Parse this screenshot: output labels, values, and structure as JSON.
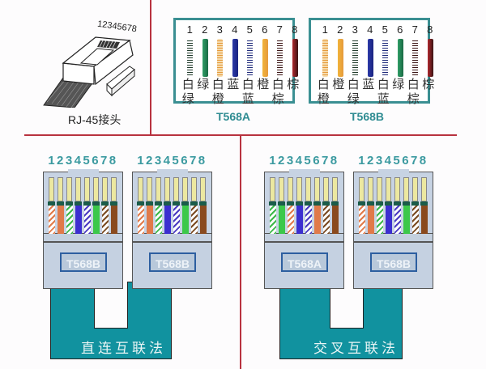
{
  "plug": {
    "pin_numbers": "12345678",
    "label": "RJ-45接头",
    "icon": "rj45-plug-icon"
  },
  "standards": [
    {
      "title": "T568A",
      "pins": [
        "1",
        "2",
        "3",
        "4",
        "5",
        "6",
        "7",
        "8"
      ],
      "row1": [
        "白",
        "绿",
        "白",
        "蓝",
        "白",
        "橙",
        "白",
        "棕"
      ],
      "row2": [
        "绿",
        "",
        "橙",
        "",
        "蓝",
        "",
        "棕",
        ""
      ],
      "wire_colors": [
        {
          "base": "#ffffff",
          "stripe": "#1f3a2a"
        },
        {
          "base": "#2f9e67",
          "stripe": "#1a6a44"
        },
        {
          "base": "#f6dcae",
          "stripe": "#e59a3c"
        },
        {
          "base": "#2b3aa8",
          "stripe": "#1a2380"
        },
        {
          "base": "#ffffff",
          "stripe": "#1e2a7a"
        },
        {
          "base": "#f2b43a",
          "stripe": "#e59a3c"
        },
        {
          "base": "#ffffff",
          "stripe": "#3a1414"
        },
        {
          "base": "#b0282e",
          "stripe": "#3a1414"
        }
      ]
    },
    {
      "title": "T568B",
      "pins": [
        "1",
        "2",
        "3",
        "4",
        "5",
        "6",
        "7",
        "8"
      ],
      "row1": [
        "白",
        "橙",
        "白",
        "蓝",
        "白",
        "绿",
        "白",
        "棕"
      ],
      "row2": [
        "橙",
        "",
        "绿",
        "",
        "蓝",
        "",
        "棕",
        ""
      ],
      "wire_colors": [
        {
          "base": "#f6dcae",
          "stripe": "#e59a3c"
        },
        {
          "base": "#f2b43a",
          "stripe": "#e59a3c"
        },
        {
          "base": "#ffffff",
          "stripe": "#1f3a2a"
        },
        {
          "base": "#2b3aa8",
          "stripe": "#1a2380"
        },
        {
          "base": "#ffffff",
          "stripe": "#1e2a7a"
        },
        {
          "base": "#2f9e67",
          "stripe": "#1a6a44"
        },
        {
          "base": "#ffffff",
          "stripe": "#3a1414"
        },
        {
          "base": "#b0282e",
          "stripe": "#3a1414"
        }
      ]
    }
  ],
  "wiring_colors": {
    "T568B": [
      {
        "base": "#ffffff",
        "stripe": "#e07a4a"
      },
      {
        "base": "#e07a4a",
        "stripe": "#e07a4a"
      },
      {
        "base": "#ffffff",
        "stripe": "#3cb84a"
      },
      {
        "base": "#3c2fd0",
        "stripe": "#3c2fd0"
      },
      {
        "base": "#ffffff",
        "stripe": "#4a3ac0"
      },
      {
        "base": "#3cc84a",
        "stripe": "#3cc84a"
      },
      {
        "base": "#ffffff",
        "stripe": "#7a4a22"
      },
      {
        "base": "#8a4a1e",
        "stripe": "#8a4a1e"
      }
    ],
    "T568A": [
      {
        "base": "#ffffff",
        "stripe": "#3cb84a"
      },
      {
        "base": "#3cc84a",
        "stripe": "#3cc84a"
      },
      {
        "base": "#ffffff",
        "stripe": "#e07a4a"
      },
      {
        "base": "#3c2fd0",
        "stripe": "#3c2fd0"
      },
      {
        "base": "#ffffff",
        "stripe": "#4a3ac0"
      },
      {
        "base": "#e07a4a",
        "stripe": "#e07a4a"
      },
      {
        "base": "#ffffff",
        "stripe": "#7a4a22"
      },
      {
        "base": "#8a4a1e",
        "stripe": "#8a4a1e"
      }
    ]
  },
  "straight": {
    "label": "直连互联法",
    "connectors": [
      {
        "pins": "12345678",
        "standard": "T568B"
      },
      {
        "pins": "12345678",
        "standard": "T568B"
      }
    ]
  },
  "crossover": {
    "label": "交叉互联法",
    "connectors": [
      {
        "pins": "12345678",
        "standard": "T568A"
      },
      {
        "pins": "12345678",
        "standard": "T568B"
      }
    ]
  },
  "colors": {
    "divider": "#b8323f",
    "accent_teal": "#11929f",
    "standard_title": "#2f8c92"
  }
}
